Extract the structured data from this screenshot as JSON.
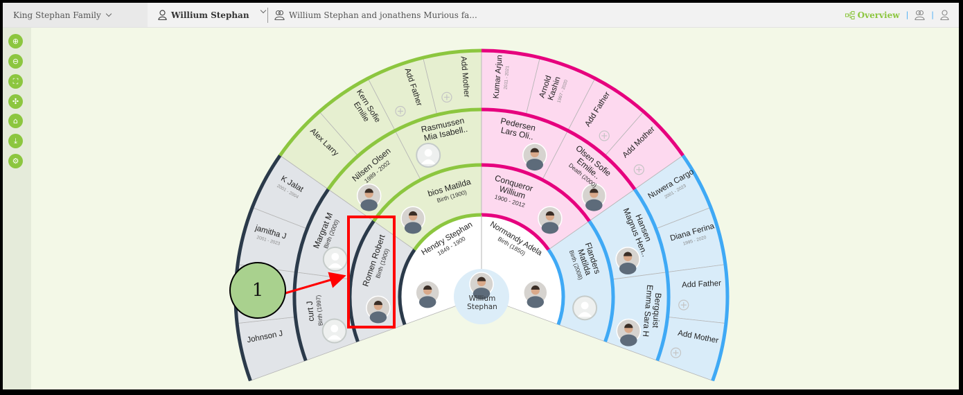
{
  "header": {
    "family_selector": "King Stephan Family",
    "person_selector": "Willium Stephan",
    "relation_selector": "Willium Stephan and jonathens Murious fa...",
    "overview_label": "Overview"
  },
  "toolbar": [
    {
      "icon": "zoom-in-icon"
    },
    {
      "icon": "zoom-out-icon"
    },
    {
      "icon": "fit-screen-icon"
    },
    {
      "icon": "collapse-icon"
    },
    {
      "icon": "tag-icon"
    },
    {
      "icon": "download-icon"
    },
    {
      "icon": "settings-icon"
    }
  ],
  "colors": {
    "quarter_arcs": [
      "#2b3a4a",
      "#8cc63f",
      "#e6007e",
      "#3fa9f5"
    ],
    "quarter_fills": [
      "#e1e4e8",
      "#e6efd0",
      "#fdd9ef",
      "#d9ecf9"
    ],
    "accent": "#8cc63f",
    "annotation": "#ff0000"
  },
  "fan": {
    "root": {
      "name": "Willium Stephan",
      "avatar": "photo"
    },
    "rings": [
      {
        "members": [
          {
            "name": "Hendry Stephan",
            "sub": "1849 - 1900",
            "avatar": "photo"
          },
          {
            "name": "Normandy Adela",
            "sub": "Birth (1850)",
            "avatar": "photo"
          }
        ]
      },
      {
        "members": [
          {
            "name": "Romen Robert",
            "sub": "Birth (1900)",
            "avatar": "photo"
          },
          {
            "name": "bios Matilda",
            "sub": "Birth (1900)",
            "avatar": "photo"
          },
          {
            "name": "Conqueror Willium",
            "sub": "1900 - 2012",
            "avatar": "photo"
          },
          {
            "name": "Flanders Matilda",
            "sub": "Birth (2008)",
            "avatar": "placeholder"
          }
        ]
      },
      {
        "members": [
          {
            "name": "curt J",
            "sub": "Birth (1997)",
            "avatar": "placeholder"
          },
          {
            "name": "Margrat M",
            "sub": "Birth (2000)",
            "avatar": "placeholder"
          },
          {
            "name": "Nilsen Olsen",
            "sub": "1989 - 2002",
            "avatar": "photo"
          },
          {
            "name": "Rasmussen Mia Isabell..",
            "sub": null,
            "avatar": "placeholder"
          },
          {
            "name": "Pedersen Lars Oli..",
            "sub": null,
            "avatar": "photo"
          },
          {
            "name": "Olsen Sofie Emilie..",
            "sub": "Death (2000)",
            "avatar": "photo"
          },
          {
            "name": "Hansen Magnus Hen..",
            "sub": null,
            "avatar": "photo"
          },
          {
            "name": "Bergquist Emma Sara H",
            "sub": null,
            "avatar": "photo"
          }
        ]
      },
      {
        "members": [
          {
            "name": "Johnson J",
            "sub": null,
            "avatar": null
          },
          {
            "name": null,
            "sub": null,
            "avatar": null
          },
          {
            "name": "jamitha J",
            "sub": "2001 - 2023",
            "avatar": null
          },
          {
            "name": "K Jalat",
            "sub": "2001 - 2004",
            "avatar": null
          },
          {
            "name": "Alex Larry",
            "sub": null,
            "avatar": null
          },
          {
            "name": "Kern Sofie Emilie",
            "sub": null,
            "avatar": null
          },
          {
            "name": "Add Father",
            "sub": null,
            "avatar": "add"
          },
          {
            "name": "Add Mother",
            "sub": null,
            "avatar": "add"
          },
          {
            "name": "Kumar Arjun",
            "sub": "2011 - 2021",
            "avatar": null
          },
          {
            "name": "Arnold Kashin",
            "sub": "1997 - 2020",
            "avatar": null
          },
          {
            "name": "Add Father",
            "sub": null,
            "avatar": "add"
          },
          {
            "name": "Add Mother",
            "sub": null,
            "avatar": "add"
          },
          {
            "name": "Nuwera Cargo",
            "sub": "2001 - 2023",
            "avatar": null
          },
          {
            "name": "Diana Ferina",
            "sub": "1995 - 2020",
            "avatar": null
          },
          {
            "name": "Add Father",
            "sub": null,
            "avatar": "add"
          },
          {
            "name": "Add Mother",
            "sub": null,
            "avatar": "add"
          }
        ]
      }
    ]
  },
  "annotation": {
    "marker_label": "1"
  }
}
